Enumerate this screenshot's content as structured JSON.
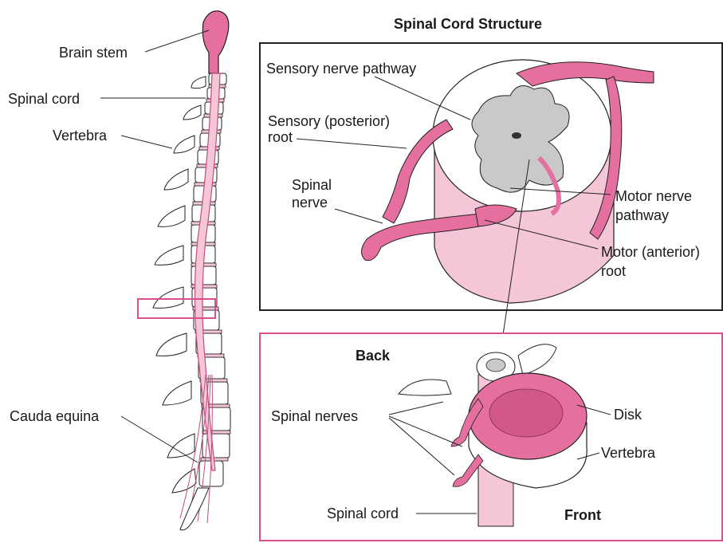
{
  "title": "Spinal Cord Structure",
  "spine_labels": {
    "brain_stem": "Brain stem",
    "spinal_cord": "Spinal cord",
    "vertebra": "Vertebra",
    "cauda_equina": "Cauda equina"
  },
  "cross_section_labels": {
    "sensory_pathway": "Sensory nerve pathway",
    "sensory_root_line1": "Sensory (posterior)",
    "sensory_root_line2": "root",
    "spinal_nerve_line1": "Spinal",
    "spinal_nerve_line2": "nerve",
    "motor_pathway_line1": "Motor nerve",
    "motor_pathway_line2": "pathway",
    "motor_root_line1": "Motor (anterior)",
    "motor_root_line2": "root"
  },
  "vertebra_detail_labels": {
    "back": "Back",
    "front": "Front",
    "spinal_nerves": "Spinal nerves",
    "disk": "Disk",
    "vertebra": "Vertebra",
    "spinal_cord": "Spinal cord"
  },
  "colors": {
    "pink": "#e5709f",
    "light_pink": "#f4c6d8",
    "frame_pink": "#d94f8c",
    "gray_matter": "#c9c9c9",
    "outline": "#222222"
  }
}
